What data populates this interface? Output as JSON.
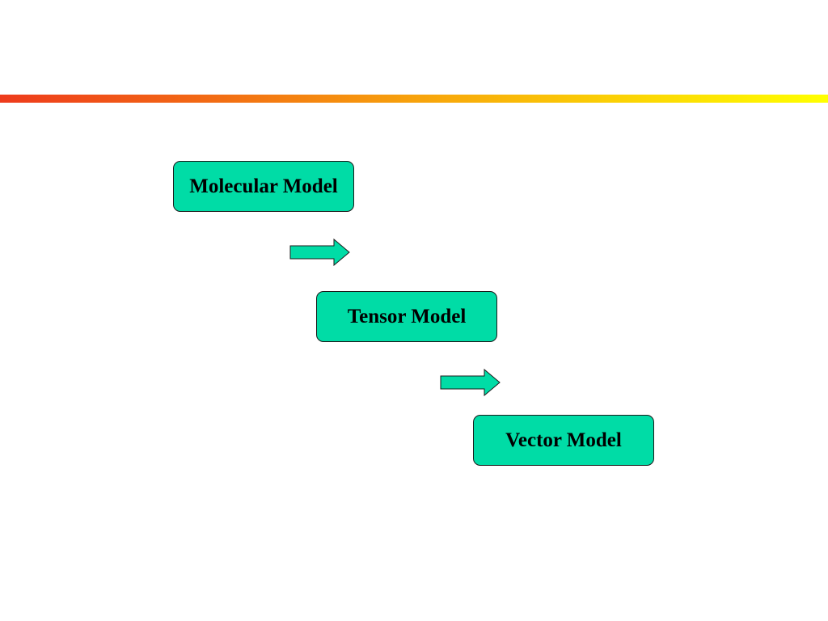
{
  "slide": {
    "accent_gradient": [
      "#ee3b1c",
      "#f26a14",
      "#f7a20c",
      "#fbd205",
      "#ffff00"
    ],
    "box_fill_color": "#00dca6",
    "arrow_fill_color": "#00dca6"
  },
  "diagram": {
    "nodes": [
      {
        "id": "molecular",
        "label": "Molecular Model"
      },
      {
        "id": "tensor",
        "label": "Tensor Model"
      },
      {
        "id": "vector",
        "label": "Vector Model"
      }
    ],
    "edges": [
      {
        "from": "molecular",
        "to": "tensor",
        "icon": "right-arrow-icon"
      },
      {
        "from": "tensor",
        "to": "vector",
        "icon": "right-arrow-icon"
      }
    ]
  }
}
